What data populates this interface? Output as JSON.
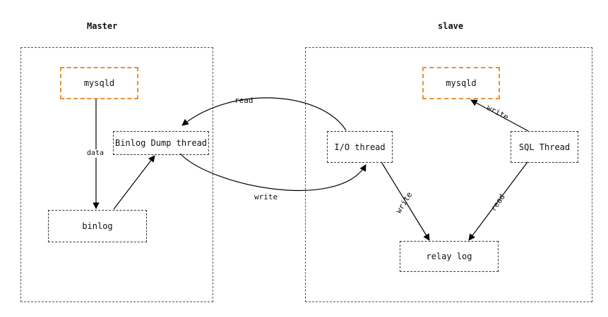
{
  "groups": {
    "master": {
      "title": "Master"
    },
    "slave": {
      "title": "slave"
    }
  },
  "nodes": {
    "master_mysqld": "mysqld",
    "binlog_dump_thread": "Binlog Dump thread",
    "binlog": "binlog",
    "slave_mysqld": "mysqld",
    "io_thread": "I/O thread",
    "sql_thread": "SQL Thread",
    "relay_log": "relay log"
  },
  "edges": {
    "data": "data",
    "read_dump": "read",
    "write_io": "write",
    "write_relay": "write",
    "read_relay": "read",
    "write_mysqld": "write"
  },
  "colors": {
    "accent_border": "#e8913a",
    "line": "#000000"
  }
}
